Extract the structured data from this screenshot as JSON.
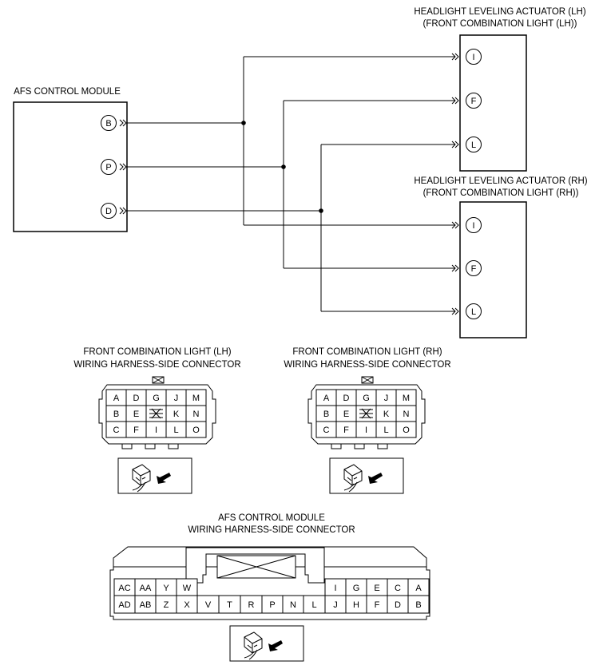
{
  "afs_module": {
    "title": "AFS CONTROL MODULE",
    "pins": [
      "B",
      "P",
      "D"
    ]
  },
  "actuator_lh": {
    "title_line1": "HEADLIGHT LEVELING ACTUATOR (LH)",
    "title_line2": "(FRONT COMBINATION LIGHT (LH))",
    "pins": [
      "I",
      "F",
      "L"
    ]
  },
  "actuator_rh": {
    "title_line1": "HEADLIGHT LEVELING ACTUATOR (RH)",
    "title_line2": "(FRONT COMBINATION LIGHT (RH))",
    "pins": [
      "I",
      "F",
      "L"
    ]
  },
  "connector_lh": {
    "title_line1": "FRONT COMBINATION LIGHT (LH)",
    "title_line2": "WIRING HARNESS-SIDE CONNECTOR",
    "rows": [
      [
        "A",
        "D",
        "G",
        "J",
        "M"
      ],
      [
        "B",
        "E",
        "",
        "K",
        "N"
      ],
      [
        "C",
        "F",
        "I",
        "L",
        "O"
      ]
    ]
  },
  "connector_rh": {
    "title_line1": "FRONT COMBINATION LIGHT (RH)",
    "title_line2": "WIRING HARNESS-SIDE CONNECTOR",
    "rows": [
      [
        "A",
        "D",
        "G",
        "J",
        "M"
      ],
      [
        "B",
        "E",
        "",
        "K",
        "N"
      ],
      [
        "C",
        "F",
        "I",
        "L",
        "O"
      ]
    ]
  },
  "connector_afs": {
    "title_line1": "AFS CONTROL MODULE",
    "title_line2": "WIRING HARNESS-SIDE CONNECTOR",
    "row_top_left": [
      "AC",
      "AA",
      "Y",
      "W"
    ],
    "row_top_right": [
      "I",
      "G",
      "E",
      "C",
      "A"
    ],
    "row_bottom": [
      "AD",
      "AB",
      "Z",
      "X",
      "V",
      "T",
      "R",
      "P",
      "N",
      "L",
      "J",
      "H",
      "F",
      "D",
      "B"
    ]
  }
}
